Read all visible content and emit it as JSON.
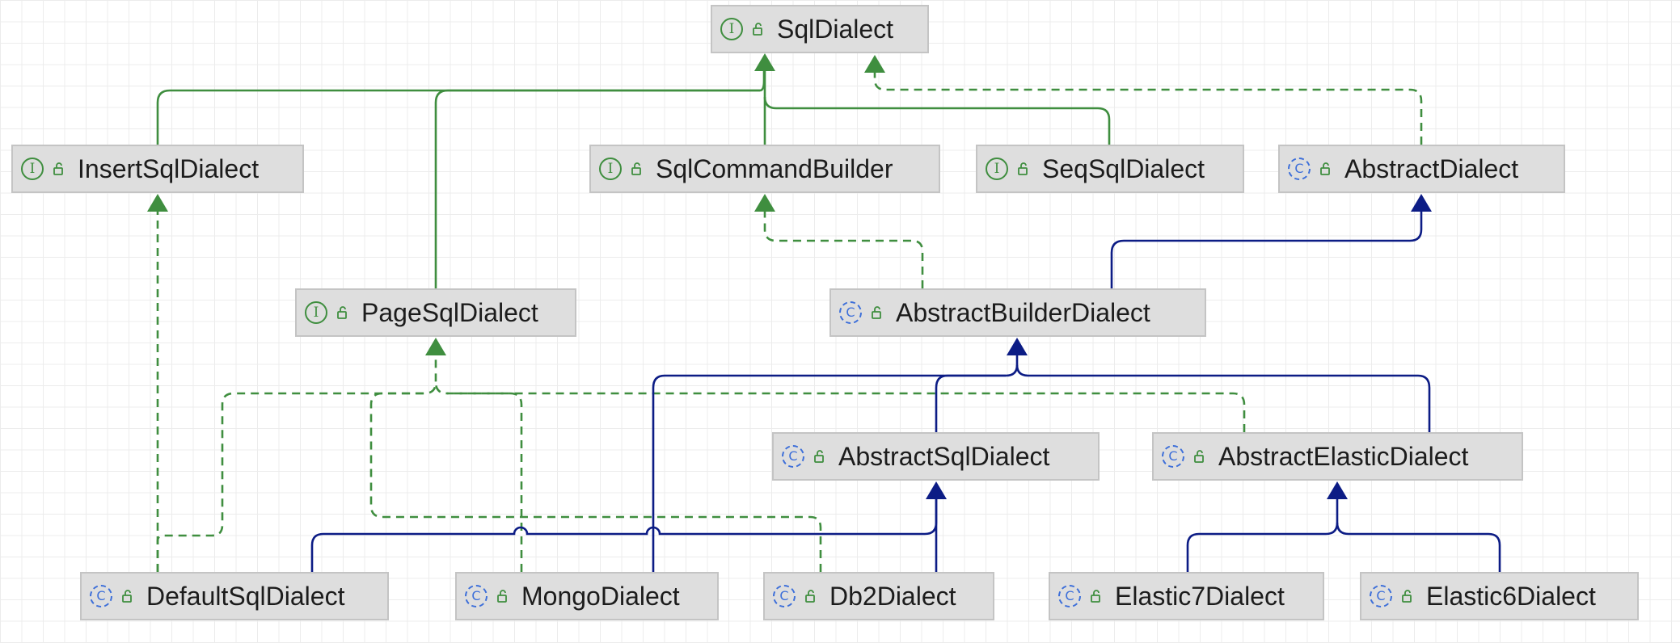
{
  "nodes": [
    {
      "id": "sqldialect",
      "name": "SqlDialect",
      "kind": "interface",
      "icon": "interface-icon"
    },
    {
      "id": "insertsqldialect",
      "name": "InsertSqlDialect",
      "kind": "interface",
      "icon": "interface-icon"
    },
    {
      "id": "sqlcommandbuilder",
      "name": "SqlCommandBuilder",
      "kind": "interface",
      "icon": "interface-icon"
    },
    {
      "id": "seqsqldialect",
      "name": "SeqSqlDialect",
      "kind": "interface",
      "icon": "interface-icon"
    },
    {
      "id": "abstractdialect",
      "name": "AbstractDialect",
      "kind": "abstract-class",
      "icon": "abstract-class-icon"
    },
    {
      "id": "pagesqldialect",
      "name": "PageSqlDialect",
      "kind": "interface",
      "icon": "interface-icon"
    },
    {
      "id": "abstractbuilderdialect",
      "name": "AbstractBuilderDialect",
      "kind": "abstract-class",
      "icon": "abstract-class-icon"
    },
    {
      "id": "abstractsqldialect",
      "name": "AbstractSqlDialect",
      "kind": "abstract-class",
      "icon": "abstract-class-icon"
    },
    {
      "id": "abstractelasticdialect",
      "name": "AbstractElasticDialect",
      "kind": "abstract-class",
      "icon": "abstract-class-icon"
    },
    {
      "id": "defaultsqldialect",
      "name": "DefaultSqlDialect",
      "kind": "class",
      "icon": "class-icon"
    },
    {
      "id": "mongodialect",
      "name": "MongoDialect",
      "kind": "class",
      "icon": "class-icon"
    },
    {
      "id": "db2dialect",
      "name": "Db2Dialect",
      "kind": "class",
      "icon": "class-icon"
    },
    {
      "id": "elastic7dialect",
      "name": "Elastic7Dialect",
      "kind": "class",
      "icon": "class-icon"
    },
    {
      "id": "elastic6dialect",
      "name": "Elastic6Dialect",
      "kind": "class",
      "icon": "class-icon"
    }
  ],
  "relationships": [
    {
      "from": "insertsqldialect",
      "to": "sqldialect",
      "type": "extends"
    },
    {
      "from": "pagesqldialect",
      "to": "sqldialect",
      "type": "extends"
    },
    {
      "from": "sqlcommandbuilder",
      "to": "sqldialect",
      "type": "extends"
    },
    {
      "from": "seqsqldialect",
      "to": "sqldialect",
      "type": "extends"
    },
    {
      "from": "abstractdialect",
      "to": "sqldialect",
      "type": "implements"
    },
    {
      "from": "abstractbuilderdialect",
      "to": "sqlcommandbuilder",
      "type": "implements"
    },
    {
      "from": "abstractbuilderdialect",
      "to": "abstractdialect",
      "type": "extends-class"
    },
    {
      "from": "abstractsqldialect",
      "to": "abstractbuilderdialect",
      "type": "extends-class"
    },
    {
      "from": "abstractelasticdialect",
      "to": "abstractbuilderdialect",
      "type": "extends-class"
    },
    {
      "from": "mongodialect",
      "to": "abstractbuilderdialect",
      "type": "extends-class"
    },
    {
      "from": "abstractelasticdialect",
      "to": "pagesqldialect",
      "type": "implements"
    },
    {
      "from": "defaultsqldialect",
      "to": "pagesqldialect",
      "type": "implements"
    },
    {
      "from": "mongodialect",
      "to": "pagesqldialect",
      "type": "implements"
    },
    {
      "from": "db2dialect",
      "to": "pagesqldialect",
      "type": "implements"
    },
    {
      "from": "defaultsqldialect",
      "to": "insertsqldialect",
      "type": "implements"
    },
    {
      "from": "defaultsqldialect",
      "to": "abstractsqldialect",
      "type": "extends-class"
    },
    {
      "from": "db2dialect",
      "to": "abstractsqldialect",
      "type": "extends-class"
    },
    {
      "from": "elastic7dialect",
      "to": "abstractelasticdialect",
      "type": "extends-class"
    },
    {
      "from": "elastic6dialect",
      "to": "abstractelasticdialect",
      "type": "extends-class"
    }
  ],
  "colors": {
    "interface_edge": "#3f8e3f",
    "class_edge": "#0c1c85",
    "node_fill": "#dedede",
    "node_border": "#c4c4c4"
  }
}
